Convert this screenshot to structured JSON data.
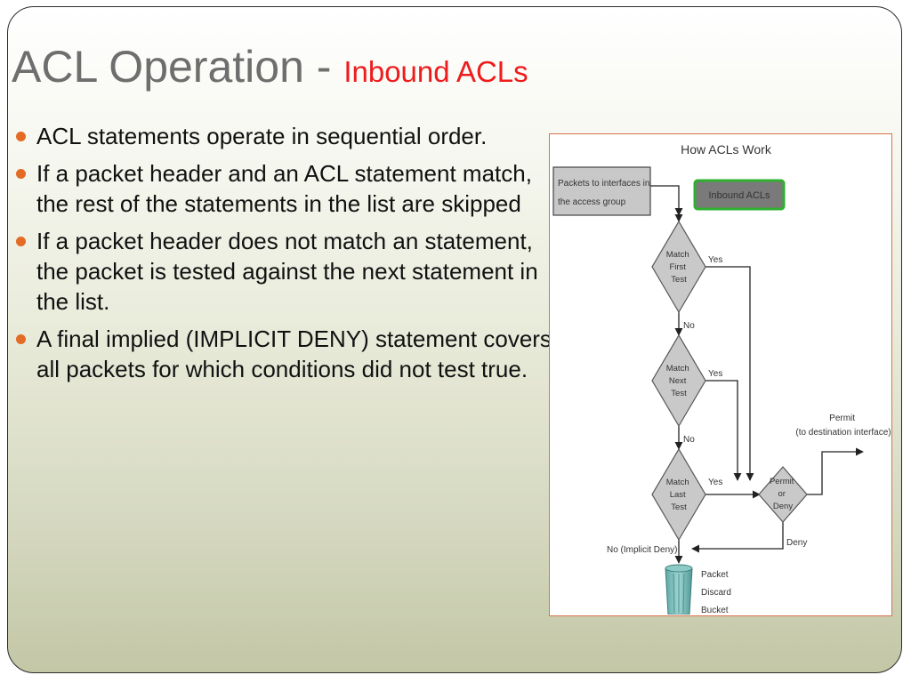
{
  "slide": {
    "title_main": "ACL Operation - ",
    "title_sub": "Inbound ACLs",
    "bullets": [
      "ACL statements operate in sequential order.",
      "If a packet header and an ACL statement match, the rest of the statements in the list are skipped",
      "If a packet header does not match an statement, the packet is tested against the next statement in the list.",
      "A final implied (IMPLICIT DENY) statement covers all packets for which conditions did not test true."
    ],
    "bullet_color": "#e46b25"
  },
  "flowchart": {
    "title": "How ACLs Work",
    "start_label": [
      "Packets to interfaces in",
      "the access group"
    ],
    "inbound_label": "Inbound ACLs",
    "match_first": [
      "Match",
      "First",
      "Test"
    ],
    "match_next": [
      "Match",
      "Next",
      "Test"
    ],
    "match_last": [
      "Match",
      "Last",
      "Test"
    ],
    "permit_deny": [
      "Permit",
      "or",
      "Deny"
    ],
    "yes": "Yes",
    "no": "No",
    "no_implicit": "No (Implicit Deny)",
    "permit_out": [
      "Permit",
      "(to destination interface)"
    ],
    "deny": "Deny",
    "bucket_label": [
      "Packet",
      "Discard",
      "Bucket"
    ],
    "inbound_color": "#2fb02f",
    "diamond_color": "#c9c9c9"
  }
}
